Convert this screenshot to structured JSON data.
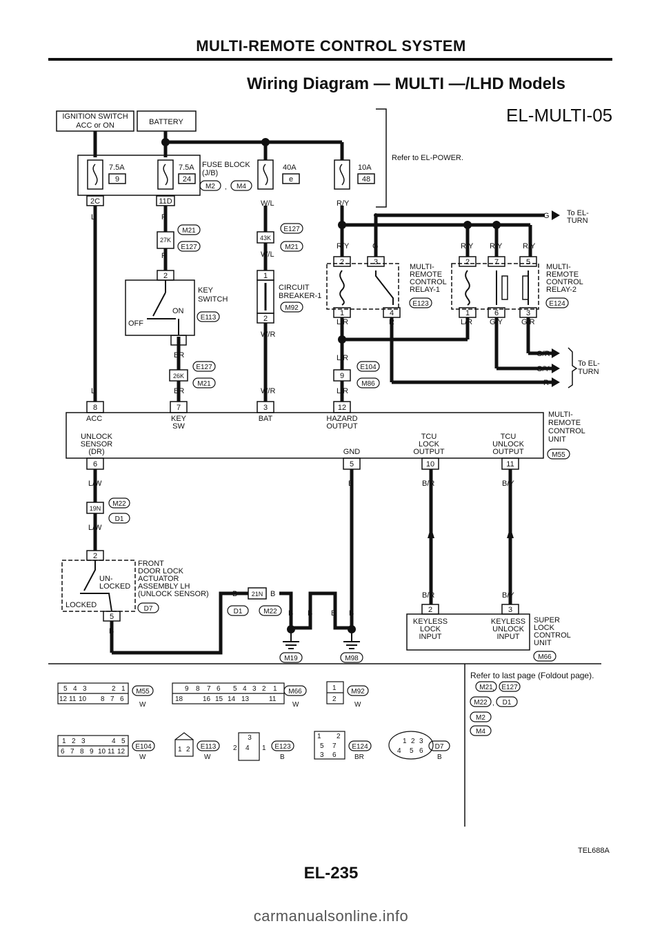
{
  "header": "MULTI-REMOTE CONTROL SYSTEM",
  "title": "Wiring Diagram — MULTI —/LHD Models",
  "diagram_id": "EL-MULTI-05",
  "blocks": {
    "ign": [
      "IGNITION SWITCH",
      "ACC or ON"
    ],
    "battery": "BATTERY",
    "fuse_block": [
      "FUSE BLOCK",
      "(J/B)"
    ],
    "refer_power": "Refer to EL-POWER.",
    "key_switch": [
      "KEY",
      "SWITCH"
    ],
    "breaker": [
      "CIRCUIT",
      "BREAKER-1"
    ],
    "relay1": [
      "MULTI-",
      "REMOTE",
      "CONTROL",
      "RELAY-1"
    ],
    "relay2": [
      "MULTI-",
      "REMOTE",
      "CONTROL",
      "RELAY-2"
    ],
    "to_turn": [
      "To EL-",
      "TURN"
    ],
    "unit": [
      "MULTI-",
      "REMOTE",
      "CONTROL",
      "UNIT"
    ],
    "door_lock": [
      "FRONT",
      "DOOR LOCK",
      "ACTUATOR",
      "ASSEMBLY LH",
      "(UNLOCK SENSOR)"
    ],
    "super_lock": [
      "SUPER",
      "LOCK",
      "CONTROL",
      "UNIT"
    ]
  },
  "fuses": {
    "f1": {
      "rating": "7.5A",
      "num": "9"
    },
    "f2": {
      "rating": "7.5A",
      "num": "24"
    },
    "f3": {
      "rating": "40A",
      "num": "e"
    },
    "f4": {
      "rating": "10A",
      "num": "48"
    }
  },
  "wires": {
    "L": "L",
    "R": "R",
    "WL": "W/L",
    "RY": "R/Y",
    "G": "G",
    "WR": "W/R",
    "LR": "L/R",
    "BR": "BR",
    "GY": "G/Y",
    "GR": "G/R",
    "LW": "L/W",
    "B": "B",
    "BRd": "B/R",
    "BY": "B/Y"
  },
  "connectors": {
    "M2": "M2",
    "M4": "M4",
    "M21": "M21",
    "E127": "E127",
    "E113": "E113",
    "M92": "M92",
    "E123": "E123",
    "E124": "E124",
    "E104": "E104",
    "M86": "M86",
    "M55": "M55",
    "M22": "M22",
    "D1": "D1",
    "D7": "D7",
    "M19": "M19",
    "M98": "M98",
    "M66": "M66"
  },
  "terminals": {
    "2C": "2C",
    "11D": "11D",
    "27K": "27K",
    "43K": "43K",
    "26K": "26K",
    "19N": "19N",
    "21N": "21N",
    "n1": "1",
    "n2": "2",
    "n3": "3",
    "n4": "4",
    "n5": "5",
    "n6": "6",
    "n7": "7",
    "n8": "8",
    "n9": "9",
    "n10": "10",
    "n11": "11",
    "n12": "12"
  },
  "unit_pins": {
    "acc": "ACC",
    "key_sw": [
      "KEY",
      "SW"
    ],
    "bat": "BAT",
    "hazard": [
      "HAZARD",
      "OUTPUT"
    ],
    "unlock_sensor": [
      "UNLOCK",
      "SENSOR",
      "(DR)"
    ],
    "gnd": "GND",
    "tcu_lock": [
      "TCU",
      "LOCK",
      "OUTPUT"
    ],
    "tcu_unlock": [
      "TCU",
      "UNLOCK",
      "OUTPUT"
    ]
  },
  "switch_labels": {
    "off": "OFF",
    "on": "ON",
    "unlocked": [
      "UN-",
      "LOCKED"
    ],
    "locked": "LOCKED"
  },
  "super_inputs": {
    "lock": [
      "KEYLESS",
      "LOCK",
      "INPUT"
    ],
    "unlock": [
      "KEYLESS",
      "UNLOCK",
      "INPUT"
    ]
  },
  "legend": {
    "refer": "Refer to last page (Foldout page).",
    "comma": ",",
    "color_W": "W",
    "color_B": "B",
    "color_BR": "BR",
    "m55_top": [
      "5",
      "4",
      "3",
      "2",
      "1"
    ],
    "m55_bot": [
      "12",
      "11",
      "10",
      "8",
      "7",
      "6"
    ],
    "m66_top": [
      "9",
      "8",
      "7",
      "6",
      "5",
      "4",
      "3",
      "2",
      "1"
    ],
    "m66_bot": [
      "18",
      "16",
      "15",
      "14",
      "13",
      "11"
    ],
    "m92": [
      "1",
      "2"
    ],
    "e104_top": [
      "1",
      "2",
      "3",
      "4",
      "5"
    ],
    "e104_bot": [
      "6",
      "7",
      "8",
      "9",
      "10",
      "11",
      "12"
    ],
    "e113": [
      "1",
      "2"
    ],
    "e123": [
      "3",
      "2",
      "4",
      "1"
    ],
    "e124": [
      "1",
      "2",
      "5",
      "7",
      "3",
      "6"
    ],
    "d7": [
      "1",
      "2",
      "3",
      "4",
      "5",
      "6"
    ]
  },
  "figure_code": "TEL688A",
  "page_number": "EL-235",
  "watermark": "carmanualsonline.info"
}
